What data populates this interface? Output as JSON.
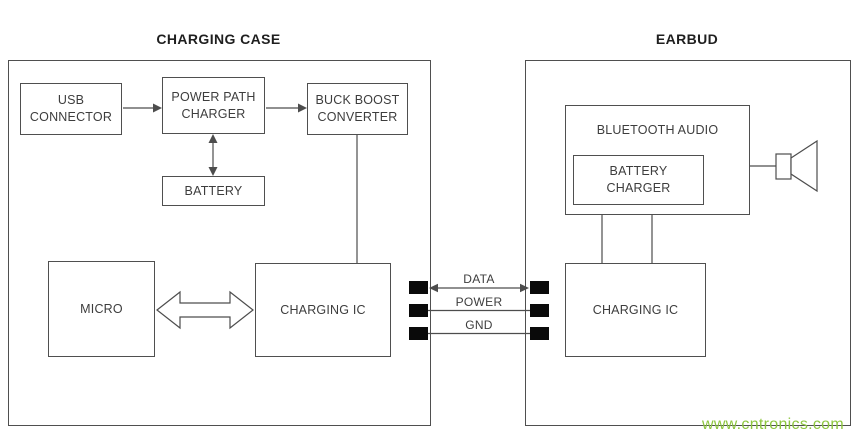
{
  "titles": {
    "case": "CHARGING CASE",
    "earbud": "EARBUD"
  },
  "case": {
    "usb_connector": "USB CONNECTOR",
    "power_path_charger": "POWER PATH CHARGER",
    "buck_boost_converter": "BUCK BOOST CONVERTER",
    "battery": "BATTERY",
    "micro": "MICRO",
    "charging_ic": "CHARGING IC"
  },
  "earbud": {
    "bluetooth_audio": "BLUETOOTH AUDIO",
    "battery_charger": "BATTERY CHARGER",
    "charging_ic": "CHARGING IC"
  },
  "bus": {
    "data": "DATA",
    "power": "POWER",
    "gnd": "GND"
  },
  "watermark": "www.cntronics.com",
  "colors": {
    "line": "#4d4d4d",
    "pad": "#0a0a0a",
    "watermark_green": "#8dc63f"
  }
}
